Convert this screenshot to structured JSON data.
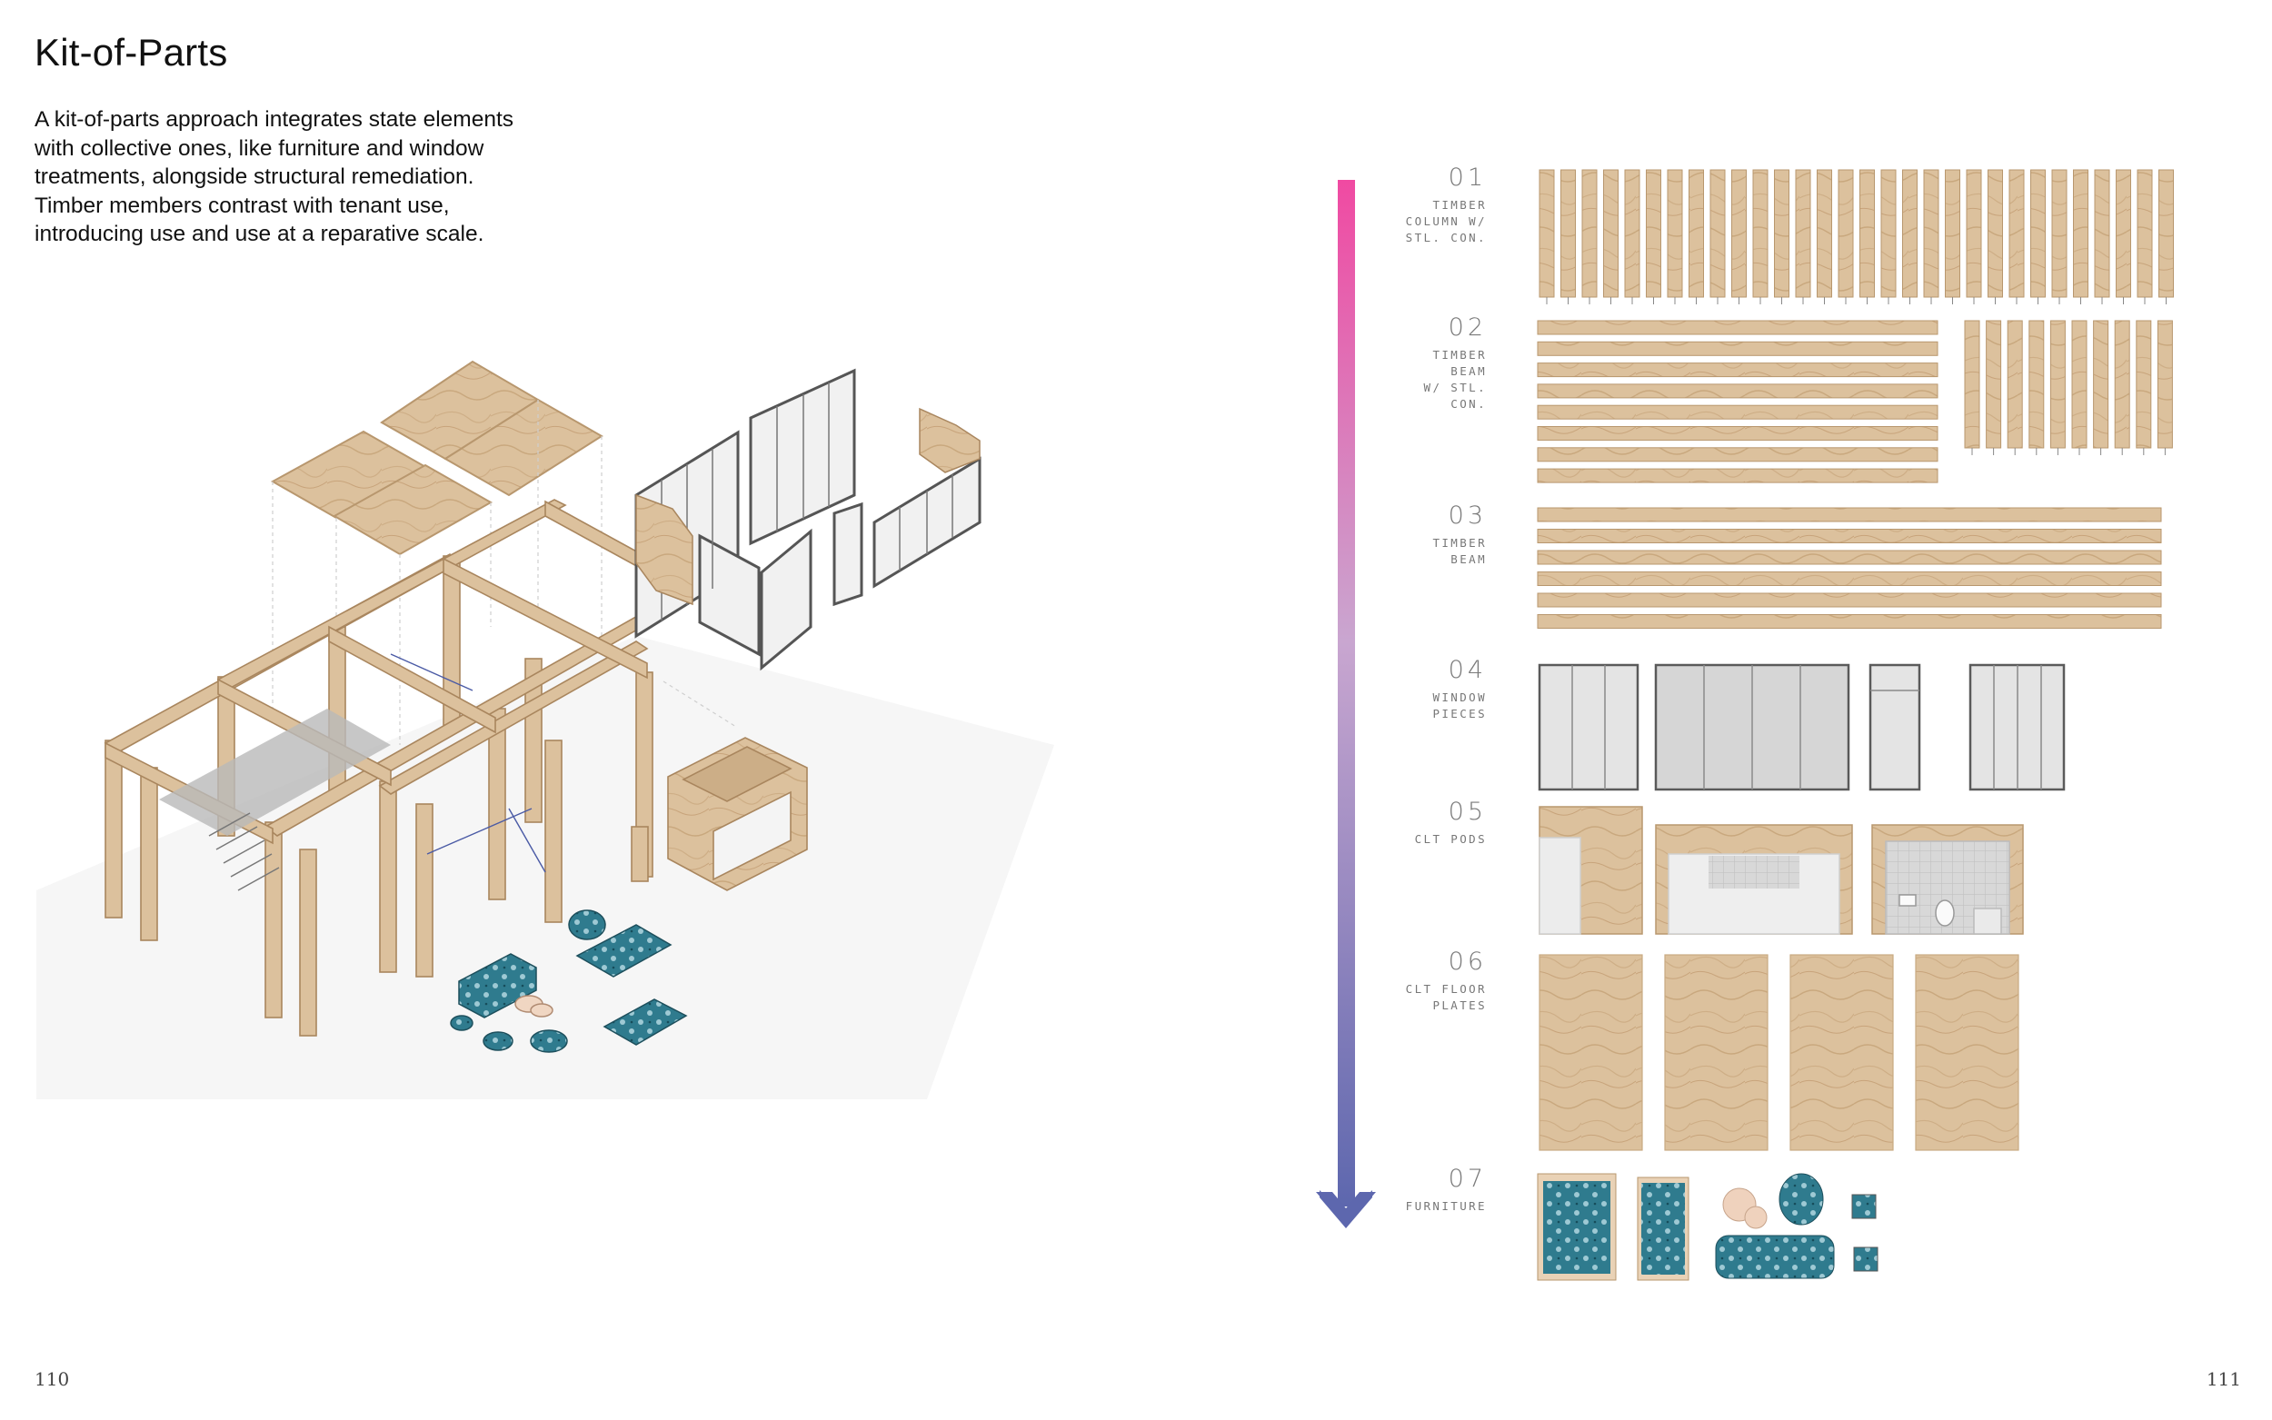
{
  "page": {
    "title": "Kit-of-Parts",
    "intro": "A kit-of-parts approach integrates state elements with collective ones, like furniture and window treatments, alongside structural remediation. Timber members contrast with tenant use, introducing use and use at a reparative scale.",
    "page_left": "110",
    "page_right": "111"
  },
  "categories": [
    {
      "number": "01",
      "label": [
        "TIMBER",
        "COLUMN W/",
        "STL. CON."
      ]
    },
    {
      "number": "02",
      "label": [
        "TIMBER",
        "BEAM",
        "W/ STL.",
        "CON."
      ]
    },
    {
      "number": "03",
      "label": [
        "TIMBER",
        "BEAM"
      ]
    },
    {
      "number": "04",
      "label": [
        "WINDOW",
        "PIECES"
      ]
    },
    {
      "number": "05",
      "label": [
        "CLT PODS"
      ]
    },
    {
      "number": "06",
      "label": [
        "CLT FLOOR",
        "PLATES"
      ]
    },
    {
      "number": "07",
      "label": [
        "FURNITURE"
      ]
    }
  ],
  "colors": {
    "timber": "#d9bc96",
    "timber_dark": "#c6a57c",
    "fabric": "#2f7b8e",
    "arrow_top": "#f04aa2",
    "arrow_bottom": "#5d67ae",
    "glass": "#e4e4e4"
  }
}
